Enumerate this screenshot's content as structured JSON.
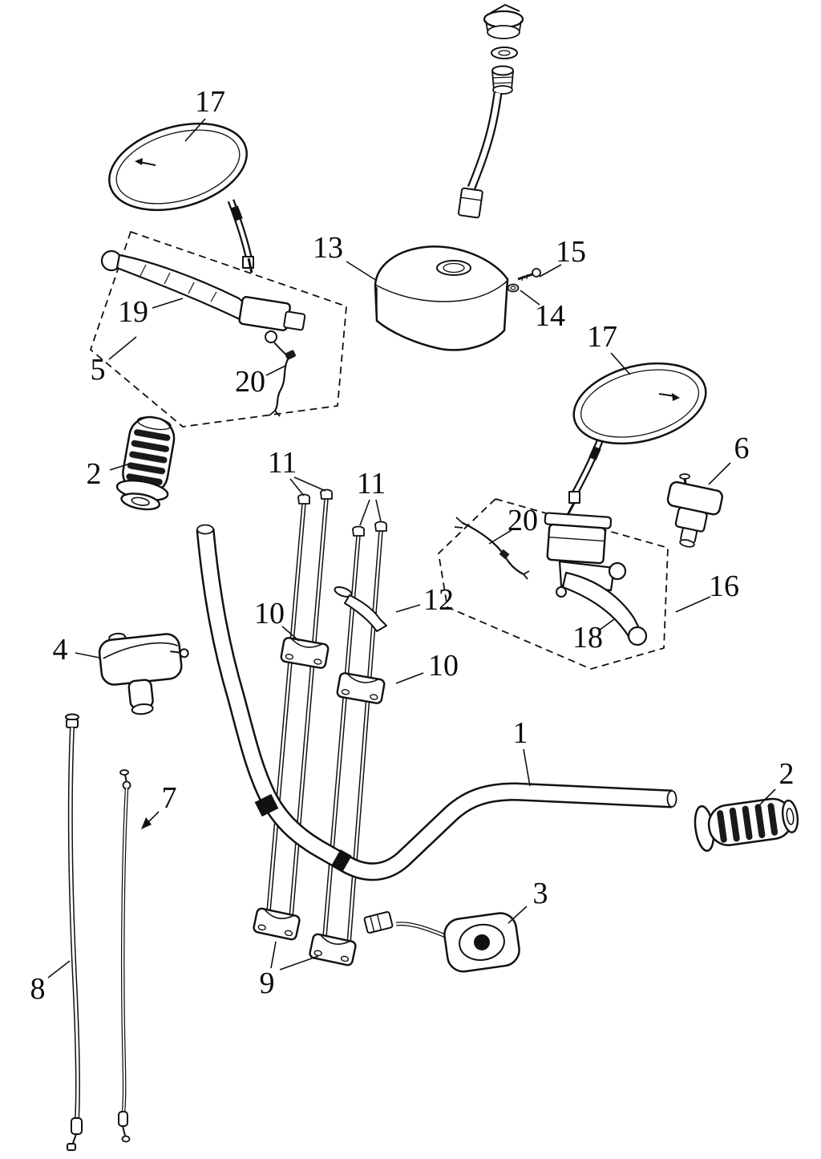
{
  "figure": {
    "background_color": "#ffffff",
    "ink_color": "#111111"
  },
  "callouts": [
    {
      "id": "17-left",
      "label": "17"
    },
    {
      "id": "13",
      "label": "13"
    },
    {
      "id": "15",
      "label": "15"
    },
    {
      "id": "14",
      "label": "14"
    },
    {
      "id": "17-right",
      "label": "17"
    },
    {
      "id": "19",
      "label": "19"
    },
    {
      "id": "5",
      "label": "5"
    },
    {
      "id": "20-left",
      "label": "20"
    },
    {
      "id": "2-left",
      "label": "2"
    },
    {
      "id": "11-left",
      "label": "11"
    },
    {
      "id": "11-right",
      "label": "11"
    },
    {
      "id": "6",
      "label": "6"
    },
    {
      "id": "20-right",
      "label": "20"
    },
    {
      "id": "16",
      "label": "16"
    },
    {
      "id": "12",
      "label": "12"
    },
    {
      "id": "18",
      "label": "18"
    },
    {
      "id": "10-upper",
      "label": "10"
    },
    {
      "id": "10-lower",
      "label": "10"
    },
    {
      "id": "4",
      "label": "4"
    },
    {
      "id": "1",
      "label": "1"
    },
    {
      "id": "2-right",
      "label": "2"
    },
    {
      "id": "7",
      "label": "7"
    },
    {
      "id": "3",
      "label": "3"
    },
    {
      "id": "9",
      "label": "9"
    },
    {
      "id": "8",
      "label": "8"
    }
  ]
}
